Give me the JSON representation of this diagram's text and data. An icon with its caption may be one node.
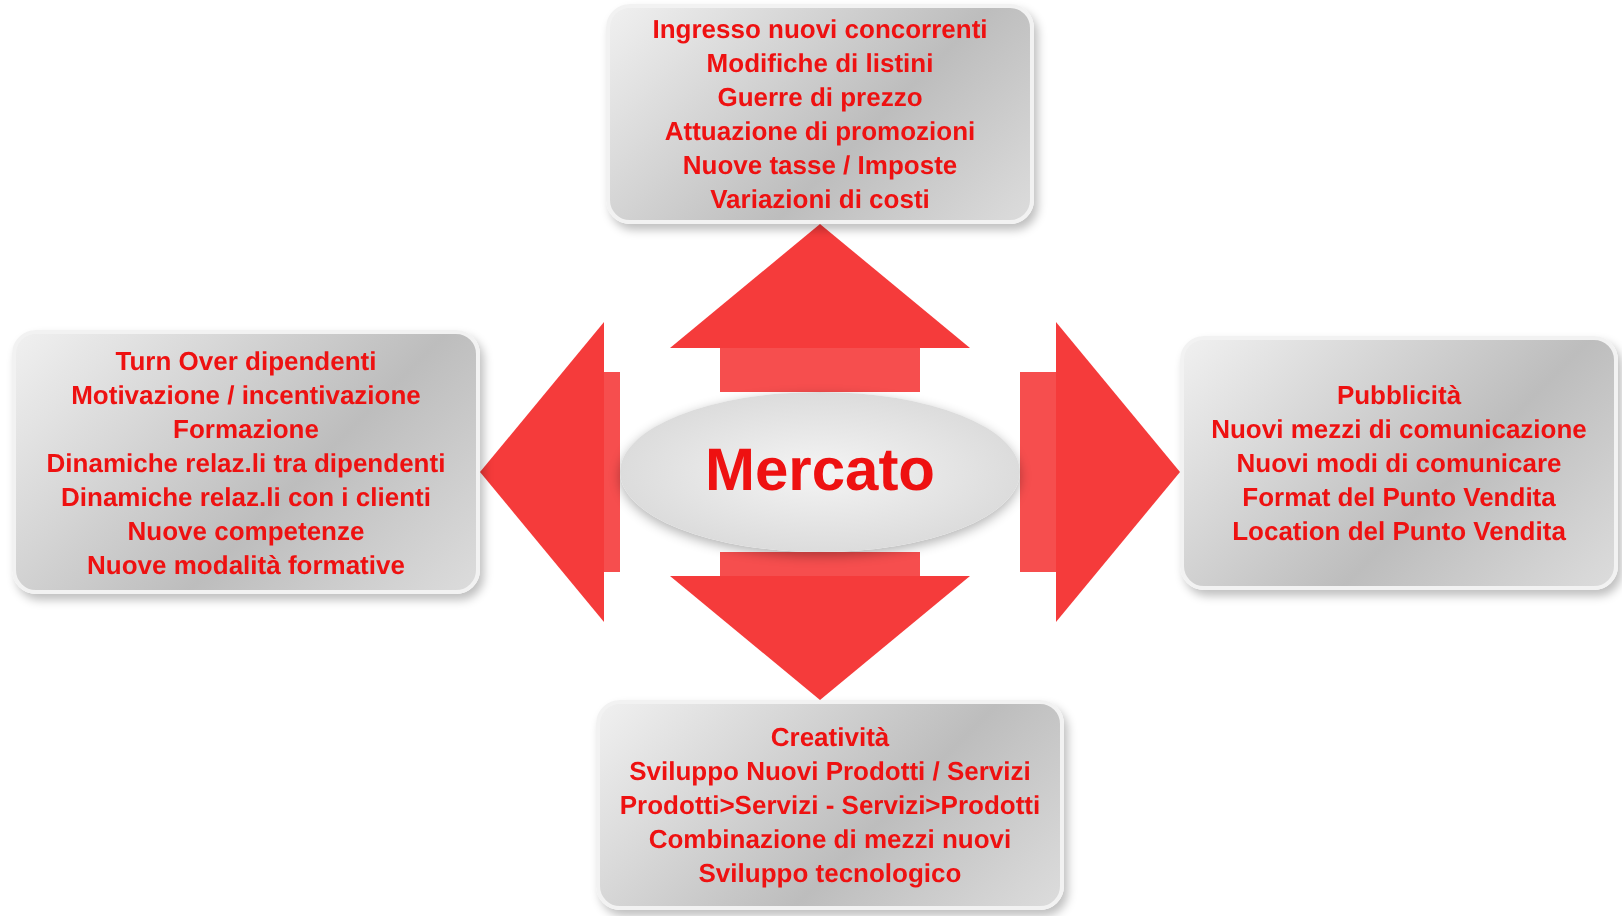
{
  "diagram": {
    "nodes": [
      {
        "text": [
          "Mercato"
        ]
      },
      {
        "text": [
          "Ingresso nuovi concorrenti",
          "Modifiche di listini",
          "Guerre di prezzo",
          "Attuazione di promozioni",
          "Nuove tasse / Imposte",
          "Variazioni di costi"
        ]
      },
      {
        "text": [
          "Turn Over dipendenti",
          "Motivazione / incentivazione",
          "Formazione",
          "Dinamiche relaz.li tra dipendenti",
          "Dinamiche relaz.li con i clienti",
          "Nuove competenze",
          "Nuove modalità formative"
        ]
      },
      {
        "text": [
          "Pubblicità",
          "Nuovi mezzi di comunicazione",
          "Nuovi modi di comunicare",
          "Format del Punto Vendita",
          "Location del Punto Vendita"
        ]
      },
      {
        "text": [
          "Creatività",
          "Sviluppo Nuovi Prodotti / Servizi",
          "Prodotti>Servizi - Servizi>Prodotti",
          "Combinazione di mezzi nuovi",
          "Sviluppo tecnologico"
        ]
      }
    ],
    "edges": [
      {
        "from": 0,
        "to": 1,
        "arrow": "to"
      },
      {
        "from": 0,
        "to": 2,
        "arrow": "to"
      },
      {
        "from": 0,
        "to": 3,
        "arrow": "to"
      },
      {
        "from": 0,
        "to": 4,
        "arrow": "to"
      }
    ]
  }
}
